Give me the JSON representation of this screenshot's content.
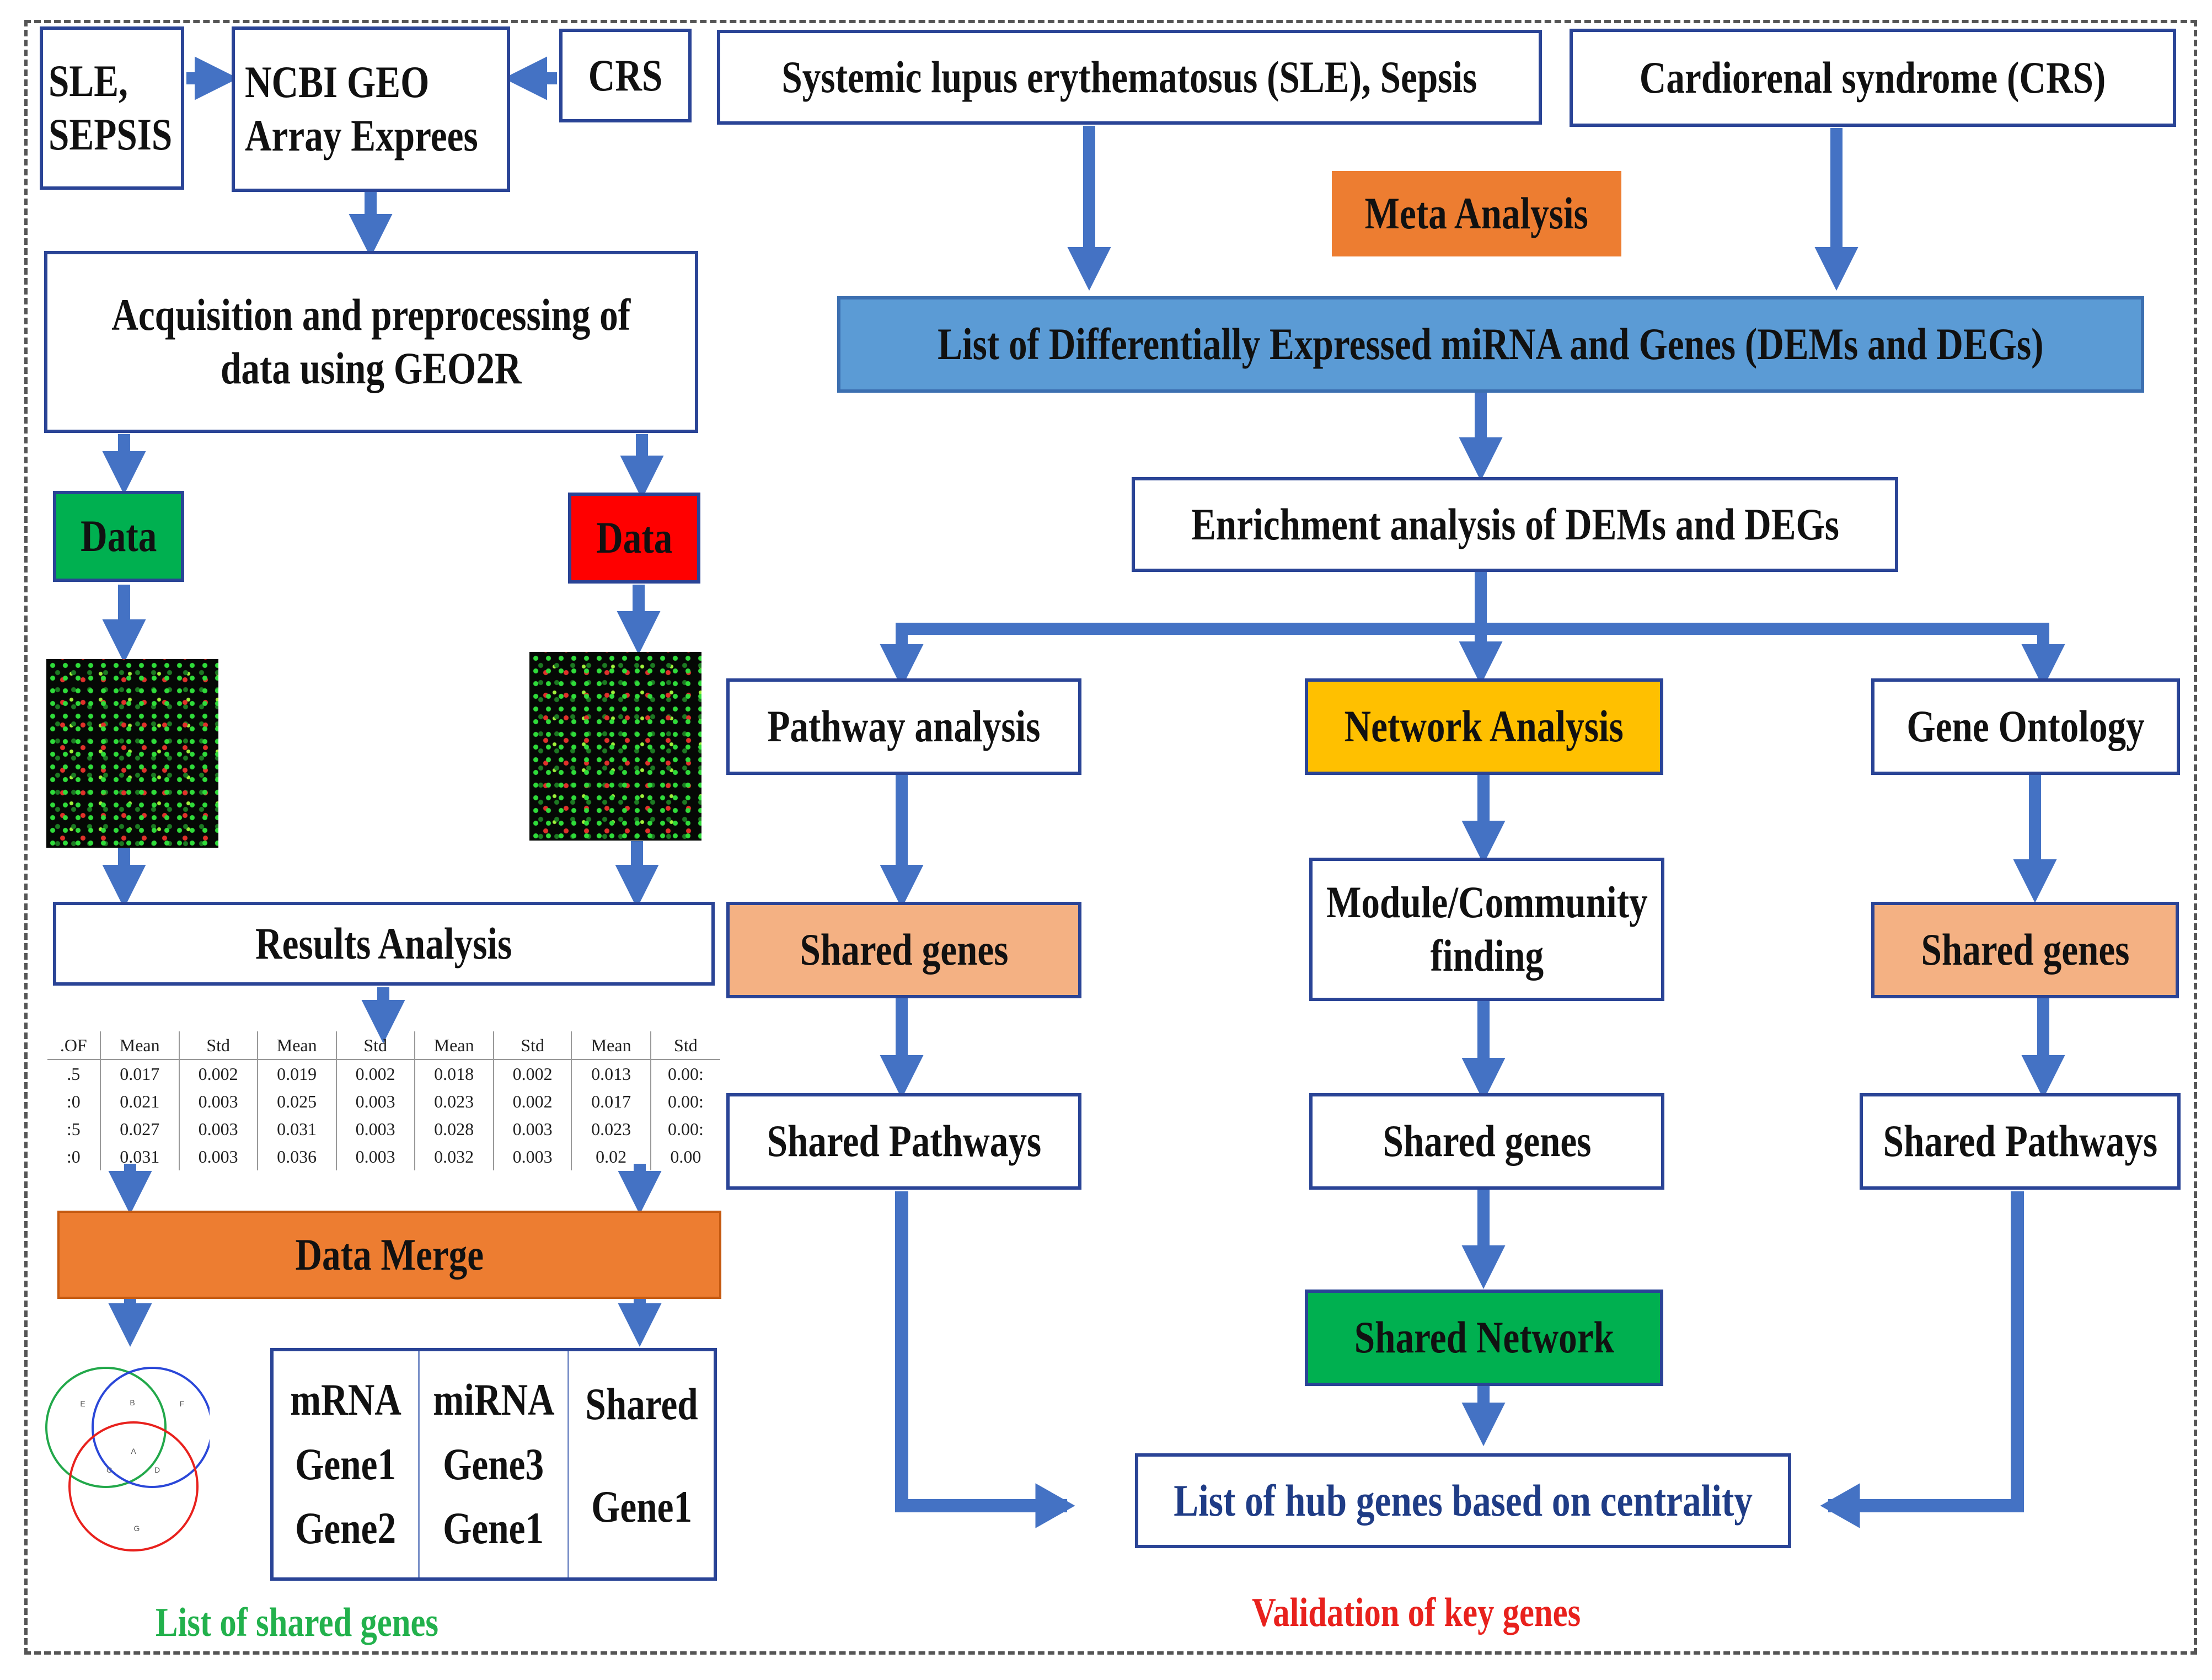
{
  "sources": {
    "sle_sepsis": "SLE,\nSEPSIS",
    "ncbi": "NCBI GEO\nArray Exprees",
    "crs": "CRS"
  },
  "diseases": {
    "sle": "Systemic lupus erythematosus (SLE), Sepsis",
    "crs": "Cardiorenal syndrome (CRS)"
  },
  "meta_analysis": "Meta Analysis",
  "deg_list": "List of Differentially Expressed miRNA and Genes (DEMs and DEGs)",
  "acquisition": "Acquisition and preprocessing of\ndata using GEO2R",
  "data_left": "Data",
  "data_right": "Data",
  "results_analysis": "Results Analysis",
  "enrichment": "Enrichment analysis of DEMs and DEGs",
  "pathway": {
    "analysis": "Pathway analysis",
    "shared_genes": "Shared genes",
    "shared_pathways": "Shared Pathways"
  },
  "network": {
    "analysis": "Network Analysis",
    "module": "Module/Community\nfinding",
    "shared_genes": "Shared genes",
    "shared_network": "Shared Network"
  },
  "ontology": {
    "analysis": "Gene Ontology",
    "shared_genes": "Shared genes",
    "shared_pathways": "Shared Pathways"
  },
  "data_merge": "Data Merge",
  "hub_genes": "List of hub genes based on centrality",
  "validation": "Validation of key genes",
  "shared_genes_caption": "List of shared genes",
  "shared_table": {
    "mrna": {
      "header": "mRNA",
      "items": [
        "Gene1",
        "Gene2"
      ]
    },
    "mirna": {
      "header": "miRNA",
      "items": [
        "Gene3",
        "Gene1"
      ]
    },
    "shared": {
      "header": "Shared",
      "items": [
        "Gene1"
      ]
    }
  },
  "stats_table": {
    "headers": [
      ".OF",
      "Mean",
      "Std",
      "Mean",
      "Std",
      "Mean",
      "Std",
      "Mean",
      "Std"
    ],
    "rows": [
      [
        ".5",
        "0.017",
        "0.002",
        "0.019",
        "0.002",
        "0.018",
        "0.002",
        "0.013",
        "0.00:"
      ],
      [
        ":0",
        "0.021",
        "0.003",
        "0.025",
        "0.003",
        "0.023",
        "0.002",
        "0.017",
        "0.00:"
      ],
      [
        ":5",
        "0.027",
        "0.003",
        "0.031",
        "0.003",
        "0.028",
        "0.003",
        "0.023",
        "0.00:"
      ],
      [
        ":0",
        "0.031",
        "0.003",
        "0.036",
        "0.003",
        "0.032",
        "0.003",
        "0.02",
        "0.00"
      ]
    ]
  },
  "venn_labels": [
    "E",
    "B",
    "F",
    "A",
    "C",
    "D",
    "G"
  ],
  "colors": {
    "arrow": "#4472c4",
    "box_border": "#2a4496",
    "blue_fill": "#5b9bd5",
    "orange_fill": "#ed7d31",
    "peach_fill": "#f4b183",
    "yellow_fill": "#ffc000",
    "green_fill": "#00b050",
    "red_fill": "#ff0000",
    "caption_green": "#22b14c",
    "caption_red": "#e8211d"
  }
}
